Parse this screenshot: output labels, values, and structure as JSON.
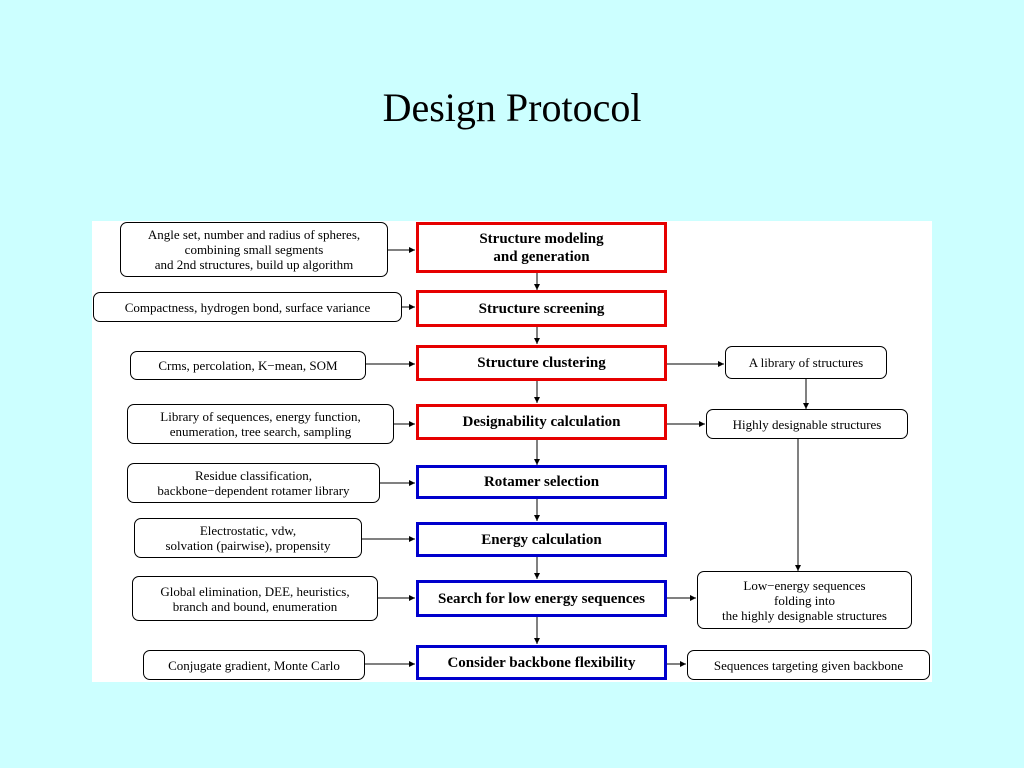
{
  "title": "Design Protocol",
  "colors": {
    "background": "#ccffff",
    "panel": "#ffffff",
    "red_border": "#e60000",
    "blue_border": "#0000cc"
  },
  "steps": [
    {
      "label": "Structure modeling\nand generation",
      "border": "red"
    },
    {
      "label": "Structure screening",
      "border": "red"
    },
    {
      "label": "Structure clustering",
      "border": "red"
    },
    {
      "label": "Designability calculation",
      "border": "red"
    },
    {
      "label": "Rotamer selection",
      "border": "blue"
    },
    {
      "label": "Energy calculation",
      "border": "blue"
    },
    {
      "label": "Search for low energy sequences",
      "border": "blue"
    },
    {
      "label": "Consider backbone flexibility",
      "border": "blue"
    }
  ],
  "inputs": [
    "Angle set, number and radius of spheres,\ncombining small segments\nand 2nd structures, build up algorithm",
    "Compactness, hydrogen bond, surface variance",
    "Crms, percolation, K−mean, SOM",
    "Library of sequences, energy function,\nenumeration, tree search, sampling",
    "Residue classification,\nbackbone−dependent rotamer library",
    "Electrostatic, vdw,\nsolvation (pairwise), propensity",
    "Global elimination, DEE, heuristics,\nbranch and bound, enumeration",
    "Conjugate gradient, Monte Carlo"
  ],
  "outputs": [
    "A library of structures",
    "Highly designable structures",
    "Low−energy sequences\nfolding into\nthe highly designable structures",
    "Sequences targeting given backbone"
  ]
}
